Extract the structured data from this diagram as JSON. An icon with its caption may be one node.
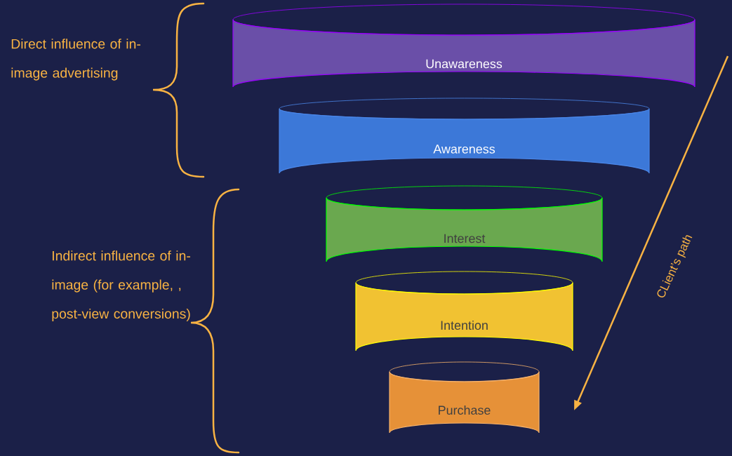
{
  "diagram": {
    "nodes": [
      {
        "text": [
          "Unawareness"
        ]
      },
      {
        "text": [
          "Awareness"
        ]
      },
      {
        "text": [
          "Interest"
        ]
      },
      {
        "text": [
          "Intention"
        ]
      },
      {
        "text": [
          "Purchase"
        ]
      }
    ],
    "labels": [
      "Direct influence of in-image advertising",
      "Indirect influence of in-image (for example, , post-view conversions)",
      "CLient’s path"
    ]
  }
}
